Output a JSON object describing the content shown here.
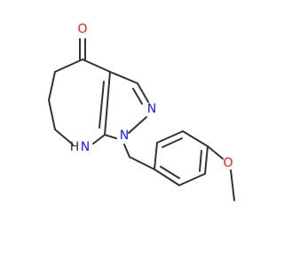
{
  "molecule": {
    "atom_labels": {
      "carbonyl_O": "O",
      "pyrazole_N2": "N",
      "pyrazole_N1": "N",
      "amine_N": "N",
      "amine_H": "H",
      "ether_O": "O"
    },
    "colors": {
      "bond": "#333333",
      "nitrogen": "#1a1aff",
      "oxygen": "#ff1a1a"
    }
  }
}
